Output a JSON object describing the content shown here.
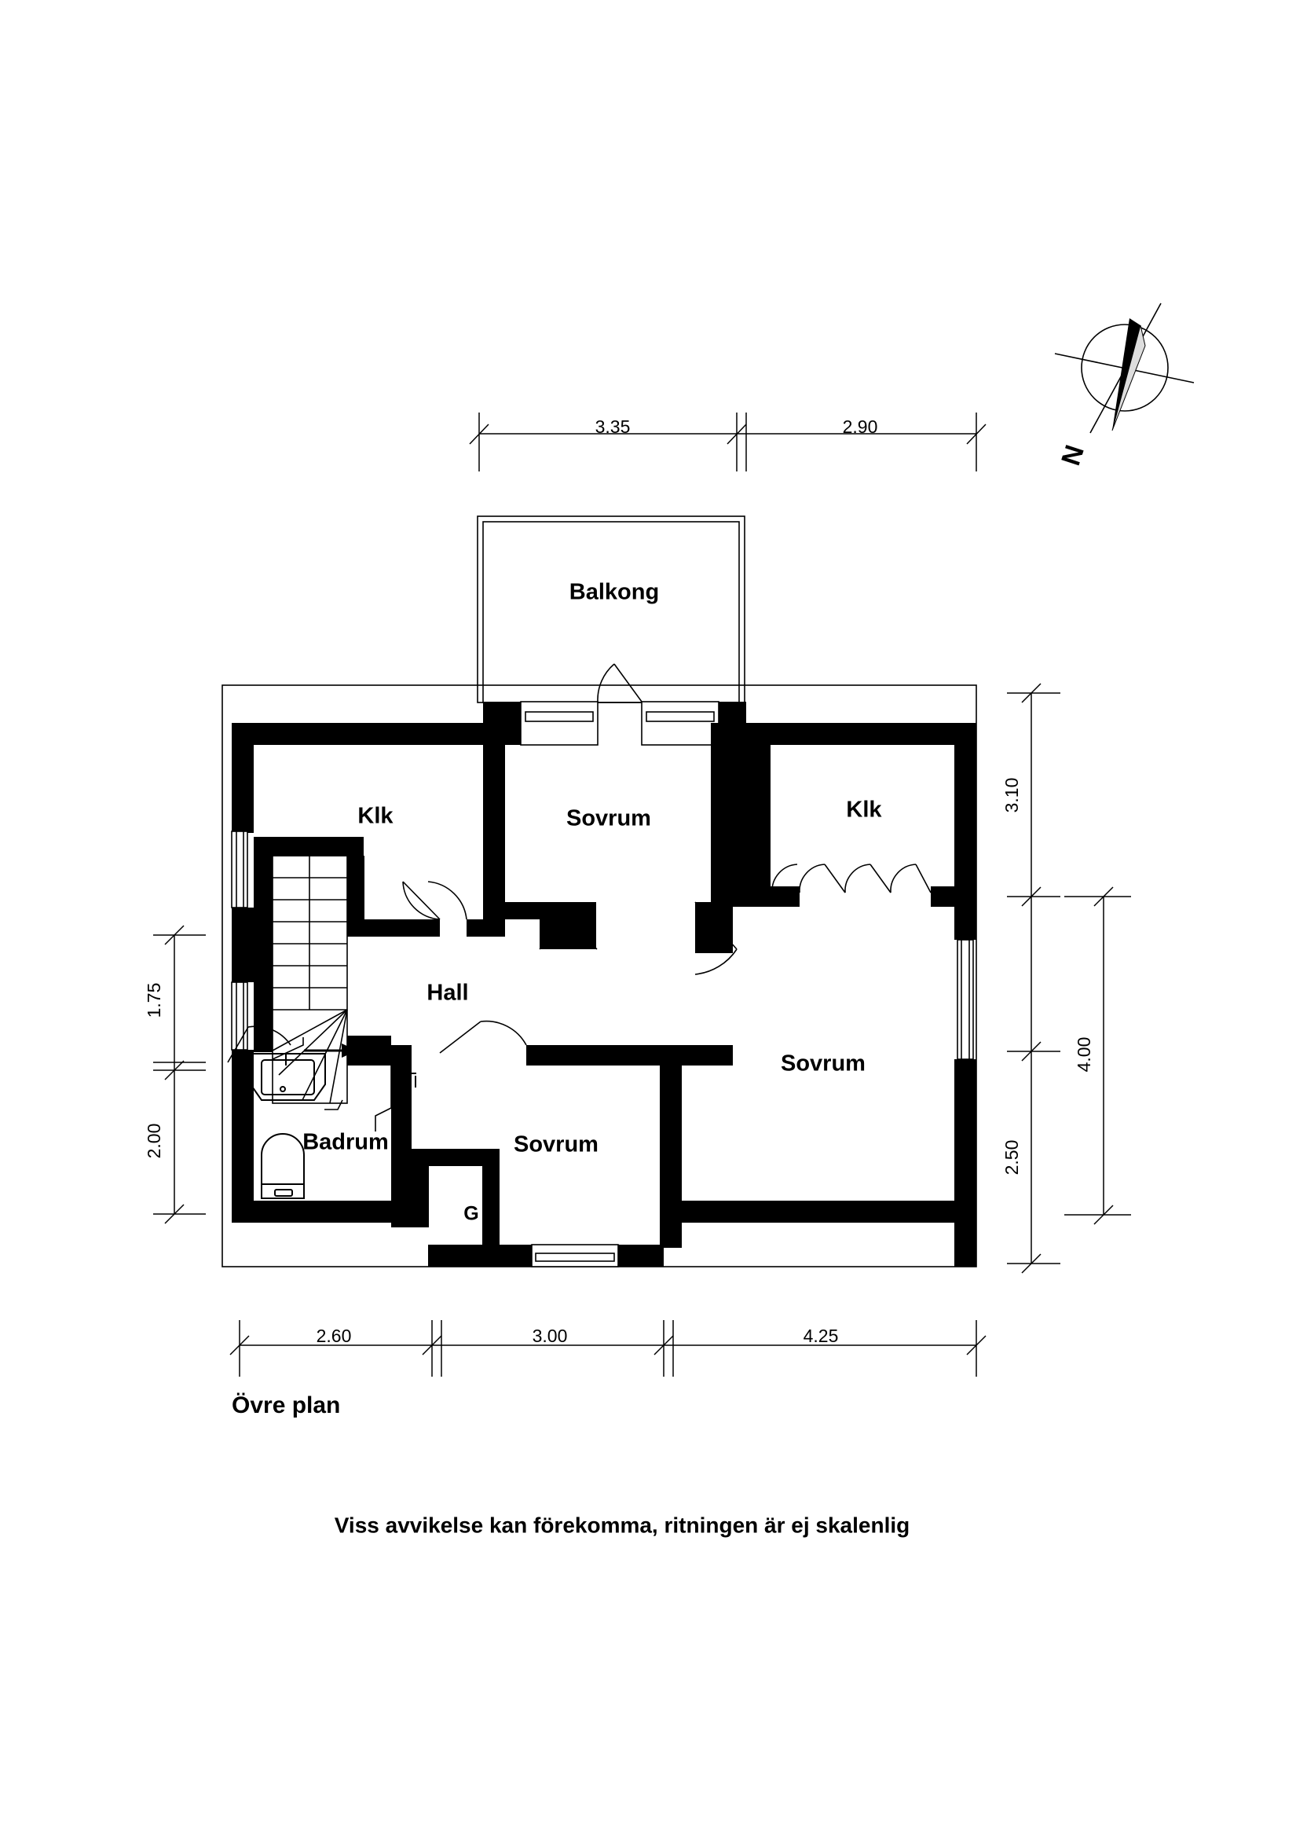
{
  "plan": {
    "title": "Övre plan",
    "caption": "Viss avvikelse kan förekomma, ritningen är ej skalenlig",
    "compass_label": "N"
  },
  "rooms": [
    {
      "key": "balkong",
      "label": "Balkong"
    },
    {
      "key": "klk_left",
      "label": "Klk"
    },
    {
      "key": "sovrum_top",
      "label": "Sovrum"
    },
    {
      "key": "klk_right",
      "label": "Klk"
    },
    {
      "key": "hall",
      "label": "Hall"
    },
    {
      "key": "sovrum_right",
      "label": "Sovrum"
    },
    {
      "key": "badrum",
      "label": "Badrum"
    },
    {
      "key": "sovrum_bottom",
      "label": "Sovrum"
    },
    {
      "key": "garderob",
      "label": "G"
    }
  ],
  "dimensions": {
    "top": [
      {
        "value": "3.35"
      },
      {
        "value": "2.90"
      }
    ],
    "bottom": [
      {
        "value": "2.60"
      },
      {
        "value": "3.00"
      },
      {
        "value": "4.25"
      }
    ],
    "left": [
      {
        "value": "1.75"
      },
      {
        "value": "2.00"
      }
    ],
    "right_inner": [
      {
        "value": "3.10"
      },
      {
        "value": "2.50"
      }
    ],
    "right_outer": [
      {
        "value": "4.00"
      }
    ]
  },
  "colors": {
    "wall": "#000000",
    "background": "#ffffff",
    "line": "#000000"
  }
}
